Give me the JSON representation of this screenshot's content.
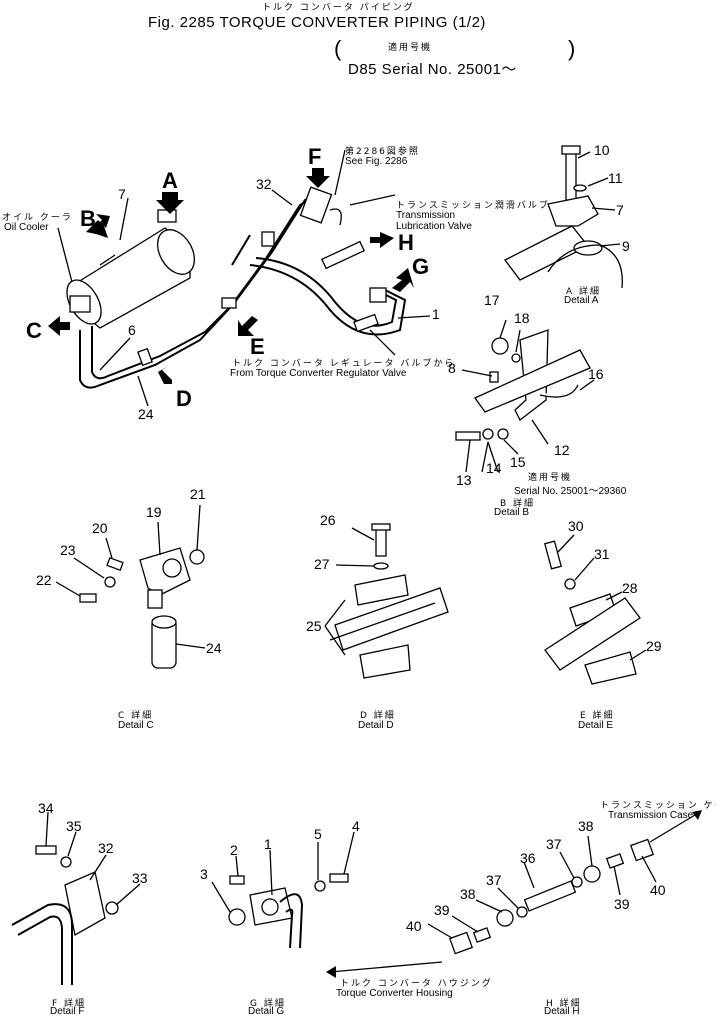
{
  "header": {
    "title_jp": "トルク コンバータ パイピング",
    "title_en": "Fig. 2285 TORQUE CONVERTER PIPING (1/2)",
    "serial_jp": "適用号機",
    "serial_en": "D85 Serial No. 25001～",
    "paren_open": "(",
    "paren_close": ")"
  },
  "main": {
    "arrows": [
      "A",
      "B",
      "C",
      "D",
      "E",
      "F",
      "G",
      "H"
    ],
    "oil_cooler_jp": "オイル クーラ",
    "oil_cooler_en": "Oil Cooler",
    "see_fig_jp": "第2286図参照",
    "see_fig_en": "See Fig. 2286",
    "tm_valve_jp": "トランスミッション潤滑バルブ",
    "tm_valve_en1": "Transmission",
    "tm_valve_en2": "Lubrication Valve",
    "tc_reg_jp": "トルク コンバータ レギュレータ バルブから",
    "tc_reg_en": "From Torque Converter Regulator Valve",
    "parts": {
      "p7": "7",
      "p32": "32",
      "p6": "6",
      "p24": "24",
      "p1": "1"
    }
  },
  "detail_a": {
    "parts": [
      "10",
      "11",
      "7",
      "9"
    ],
    "jp": "A 詳細",
    "en": "Detail A"
  },
  "detail_b": {
    "parts": [
      "17",
      "18",
      "8",
      "16",
      "12",
      "13",
      "14",
      "15"
    ],
    "serial_jp": "適用号機",
    "serial_en": "Serial No. 25001～29360",
    "jp": "B 詳細",
    "en": "Detail B"
  },
  "detail_c": {
    "parts": [
      "21",
      "19",
      "20",
      "23",
      "22",
      "24"
    ],
    "jp": "C 詳細",
    "en": "Detail C"
  },
  "detail_d": {
    "parts": [
      "26",
      "27",
      "25"
    ],
    "jp": "D 詳細",
    "en": "Detail D"
  },
  "detail_e": {
    "parts": [
      "30",
      "31",
      "28",
      "29"
    ],
    "jp": "E 詳細",
    "en": "Detail E"
  },
  "detail_f": {
    "parts": [
      "34",
      "35",
      "32",
      "33"
    ],
    "jp": "F 詳細",
    "en": "Detail F"
  },
  "detail_g": {
    "parts": [
      "2",
      "1",
      "5",
      "4",
      "3"
    ],
    "jp": "G 詳細",
    "en": "Detail G"
  },
  "detail_h": {
    "parts": [
      "38",
      "37",
      "36",
      "37",
      "38",
      "39",
      "40",
      "39",
      "40"
    ],
    "tm_case_jp": "トランスミッション ケース",
    "tm_case_en": "Transmission Case",
    "tc_housing_jp": "トルク コンバータ ハウジング",
    "tc_housing_en": "Torque Converter Housing",
    "jp": "H 詳細",
    "en": "Detail H"
  }
}
